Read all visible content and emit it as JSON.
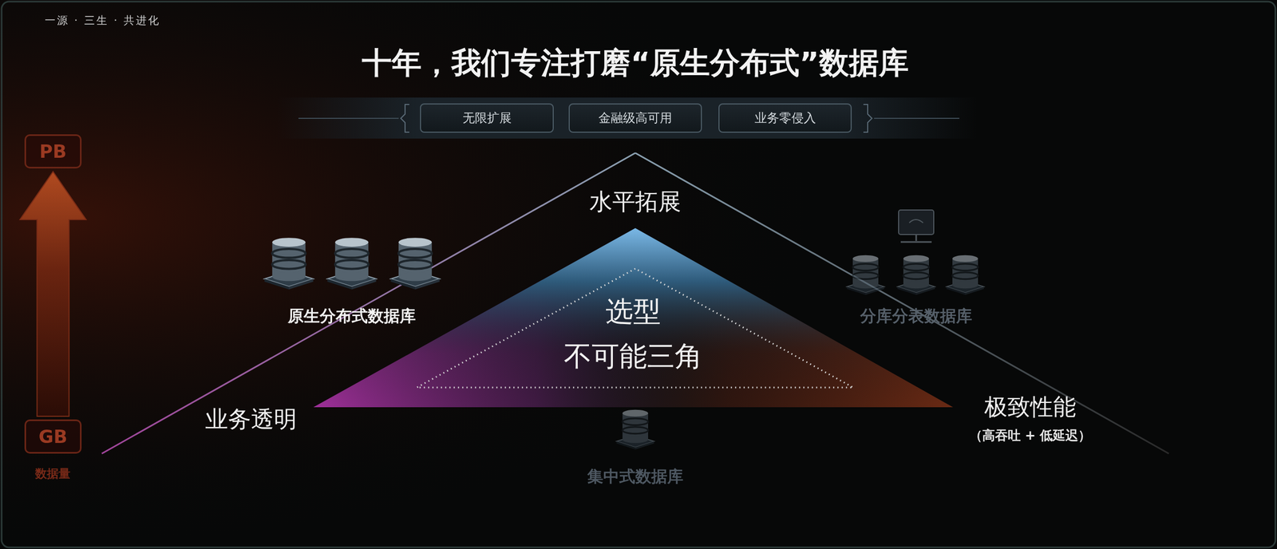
{
  "diagram": {
    "title": "十年，我们专注打磨“原生分布式”数据库",
    "nodes": [
      {
        "text": [
          "PB"
        ]
      },
      {
        "text": [
          "无限扩展"
        ]
      },
      {
        "text": [
          "金融级高可用"
        ]
      },
      {
        "text": [
          "业务零侵入"
        ]
      },
      {
        "text": [
          "选型 不可能三角"
        ]
      },
      {
        "text": [
          "GB"
        ]
      }
    ],
    "edges": [
      {
        "from": 5,
        "to": 0,
        "arrow": "to"
      }
    ],
    "labels": [
      "一源 · 三生 · 共进化",
      "水平拓展",
      "原生分布式数据库",
      "分库分表数据库",
      "业务透明",
      "极致性能",
      "（高吞吐 + 低延迟）",
      "集中式数据库",
      "数据量"
    ]
  }
}
